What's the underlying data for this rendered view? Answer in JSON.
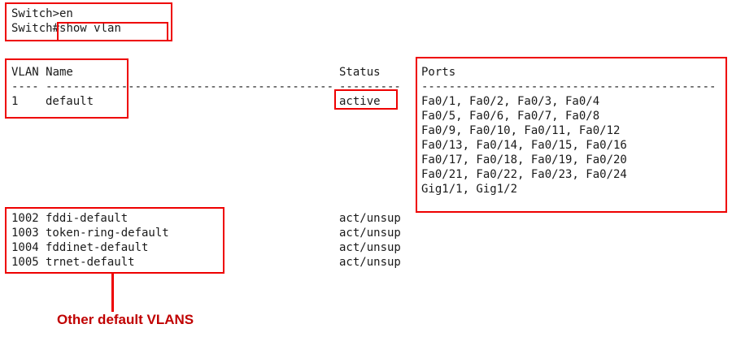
{
  "colors": {
    "annotation_red": "#ee0000",
    "caption_red": "#c00000",
    "terminal_text": "#1a1a1a",
    "terminal_bg": "#ffffff"
  },
  "console": {
    "line1": "Switch>en",
    "prompt": "Switch#",
    "command": "show vlan"
  },
  "table": {
    "headers": {
      "vlan_name": "VLAN Name",
      "status": "Status",
      "ports": "Ports"
    },
    "separator": {
      "vlan": "----",
      "name": "------------------------------------------",
      "status": "---------",
      "ports": "-------------------------------------------"
    },
    "rows": [
      {
        "vlan": "1",
        "name": "default",
        "status": "active",
        "ports": "Fa0/1, Fa0/2, Fa0/3, Fa0/4"
      },
      {
        "ports": "Fa0/5, Fa0/6, Fa0/7, Fa0/8"
      },
      {
        "ports": "Fa0/9, Fa0/10, Fa0/11, Fa0/12"
      },
      {
        "ports": "Fa0/13, Fa0/14, Fa0/15, Fa0/16"
      },
      {
        "ports": "Fa0/17, Fa0/18, Fa0/19, Fa0/20"
      },
      {
        "ports": "Fa0/21, Fa0/22, Fa0/23, Fa0/24"
      },
      {
        "ports": "Gig1/1, Gig1/2"
      },
      {
        "vlan": "1002",
        "name": "fddi-default",
        "status": "act/unsup"
      },
      {
        "vlan": "1003",
        "name": "token-ring-default",
        "status": "act/unsup"
      },
      {
        "vlan": "1004",
        "name": "fddinet-default",
        "status": "act/unsup"
      },
      {
        "vlan": "1005",
        "name": "trnet-default",
        "status": "act/unsup"
      }
    ]
  },
  "annotations": {
    "caption": "Other default VLANS"
  }
}
